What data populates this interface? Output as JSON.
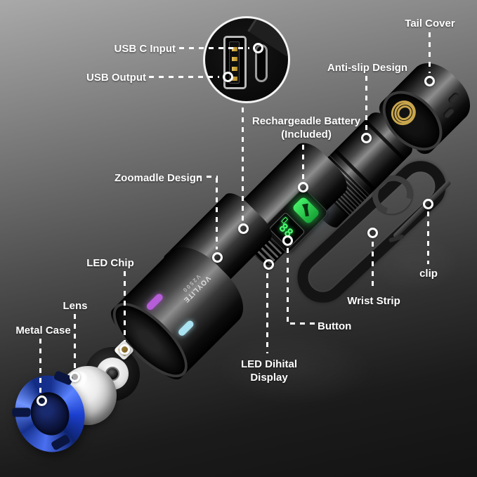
{
  "inset": {
    "usb_c_label": "USB C Input",
    "usb_output_label": "USB Output"
  },
  "callouts": {
    "tail_cover": "Tail Cover",
    "anti_slip": "Anti-slip Design",
    "battery_line1": "Rechargeadle Battery",
    "battery_line2": "(Included)",
    "zoomable": "Zoomadle Design",
    "led_chip": "LED Chip",
    "lens": "Lens",
    "metal_case": "Metal Case",
    "clip": "clip",
    "wrist_strip": "Wrist Strip",
    "button": "Button",
    "led_display_line1": "LED Dihital",
    "led_display_line2": "Display"
  },
  "product": {
    "brand": "VOYLITE",
    "model": "V2500",
    "display_value": "88"
  },
  "colors": {
    "accent_purple": "#b65dd8",
    "accent_cyan": "#a9e2f0",
    "battery_blue": "#3152ca",
    "metal_case_blue": "#1b3fd0",
    "display_green": "#4bff6e",
    "label_white": "#ffffff"
  }
}
